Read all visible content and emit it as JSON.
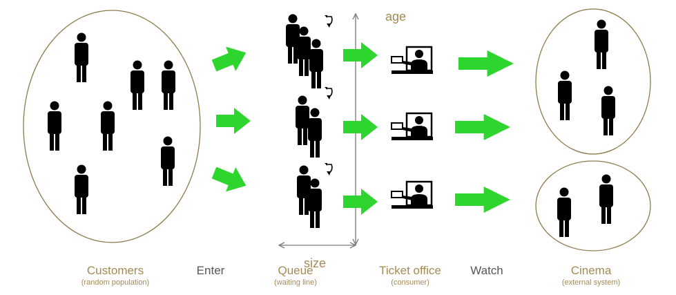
{
  "diagram": {
    "axis_labels": {
      "age": "age",
      "size": "size"
    },
    "stages": [
      {
        "key": "customers",
        "label": "Customers",
        "sublabel": "(random population)"
      },
      {
        "key": "enter",
        "label": "Enter"
      },
      {
        "key": "queue",
        "label": "Queue",
        "sublabel": "(waiting line)"
      },
      {
        "key": "ticket_office",
        "label": "Ticket office",
        "sublabel": "(consumer)"
      },
      {
        "key": "watch",
        "label": "Watch"
      },
      {
        "key": "cinema",
        "label": "Cinema",
        "sublabel": "(external system)"
      }
    ],
    "colors": {
      "arrow": "#2ed52e",
      "figure": "#000000",
      "ellipse_stroke": "#8c7a4a",
      "label_gold": "#a38a55",
      "label_grey": "#555555",
      "axis": "#777777"
    },
    "icons": [
      "person-icon",
      "ticket-booth-icon",
      "rotate-arrow-icon",
      "arrow-right-icon"
    ]
  }
}
